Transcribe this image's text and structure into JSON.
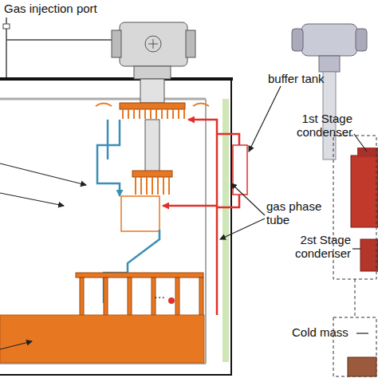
{
  "diagram": {
    "labels": [
      "Gas injection port",
      "buffer tank",
      "gas phase tube",
      "1st Stage condenser",
      "2st Stage condenser",
      "Cold mass",
      "…"
    ]
  }
}
